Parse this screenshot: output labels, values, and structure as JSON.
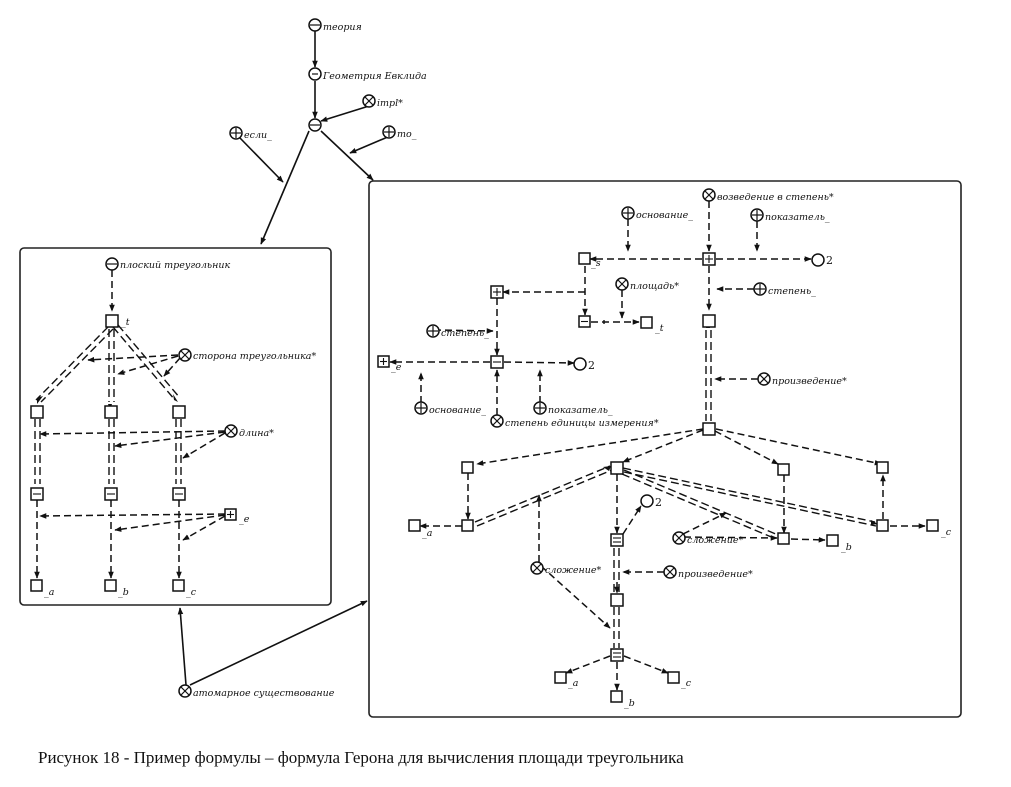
{
  "caption": "Рисунок 18 -  Пример формулы – формула Герона для вычисления площади треугольника",
  "labels": {
    "teoriya": "теория",
    "geometry": "Геометрия Евклида",
    "impl": "impl*",
    "esli": "если_",
    "to": "то_",
    "flat_triangle": "плоский треугольник",
    "t_index": "_t",
    "triangle_side": "сторона треугольника*",
    "length": "длина*",
    "e_left": "_e",
    "a_left": "_a",
    "b_left": "_b",
    "c_left": "_c",
    "exponentiation": "возведение в степень*",
    "base_top": "основание_",
    "exponent_top": "показатель_",
    "s_index": "_s",
    "two_top": "2",
    "area": "площадь*",
    "t_right": "_t",
    "degree_right": "степень_",
    "degree_mid": "степень_",
    "e_mid": "_e",
    "two_mid": "2",
    "base_mid": "основание_",
    "exponent_mid": "показатель_",
    "unit_degree": "степень единицы измерения*",
    "product1": "произведение*",
    "a_right": "_a",
    "two_low": "2",
    "addition_right": "сложение*",
    "b_right": "_b",
    "c_right": "_c",
    "addition_left": "сложение*",
    "product2": "произведение*",
    "a_bottom": "_a",
    "b_bottom": "_b",
    "c_bottom": "_c",
    "atomic": "атомарное существование"
  }
}
